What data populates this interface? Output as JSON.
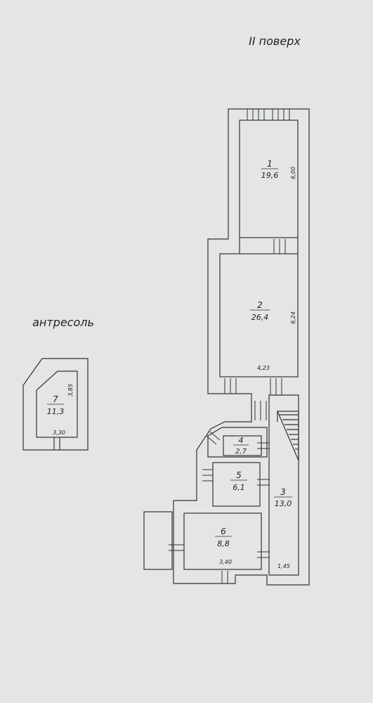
{
  "floor_title": "II поверх",
  "mezzanine_title": "антресоль",
  "rooms": [
    {
      "number": "1",
      "area": "19,6"
    },
    {
      "number": "2",
      "area": "26,4"
    },
    {
      "number": "3",
      "area": "13,0"
    },
    {
      "number": "4",
      "area": "2,7"
    },
    {
      "number": "5",
      "area": "6,1"
    },
    {
      "number": "6",
      "area": "8,8"
    },
    {
      "number": "7",
      "area": "11,3"
    }
  ],
  "dimensions": {
    "room1_height": "6,00",
    "room2_height": "6,24",
    "room2_width": "4,23",
    "room3_width": "1,45",
    "room6_width": "3,40",
    "room7_height": "3,85",
    "room7_width": "3,30"
  },
  "colors": {
    "background": "#e3e5e7",
    "line": "#333333"
  }
}
